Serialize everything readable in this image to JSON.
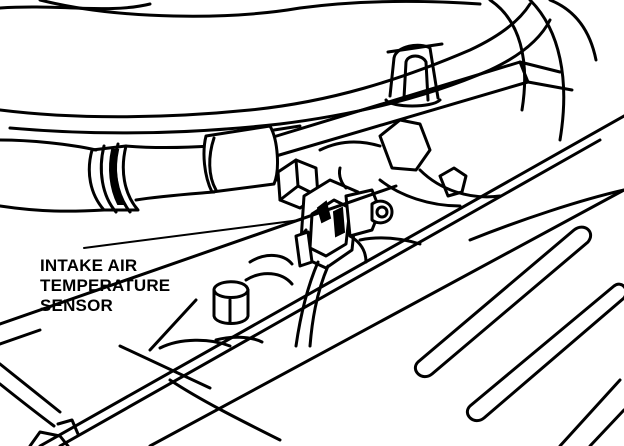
{
  "callout": {
    "line1": "INTAKE AIR",
    "line2": "TEMPERATURE",
    "line3": "SENSOR"
  },
  "colors": {
    "ink": "#000000",
    "paper": "#ffffff"
  }
}
